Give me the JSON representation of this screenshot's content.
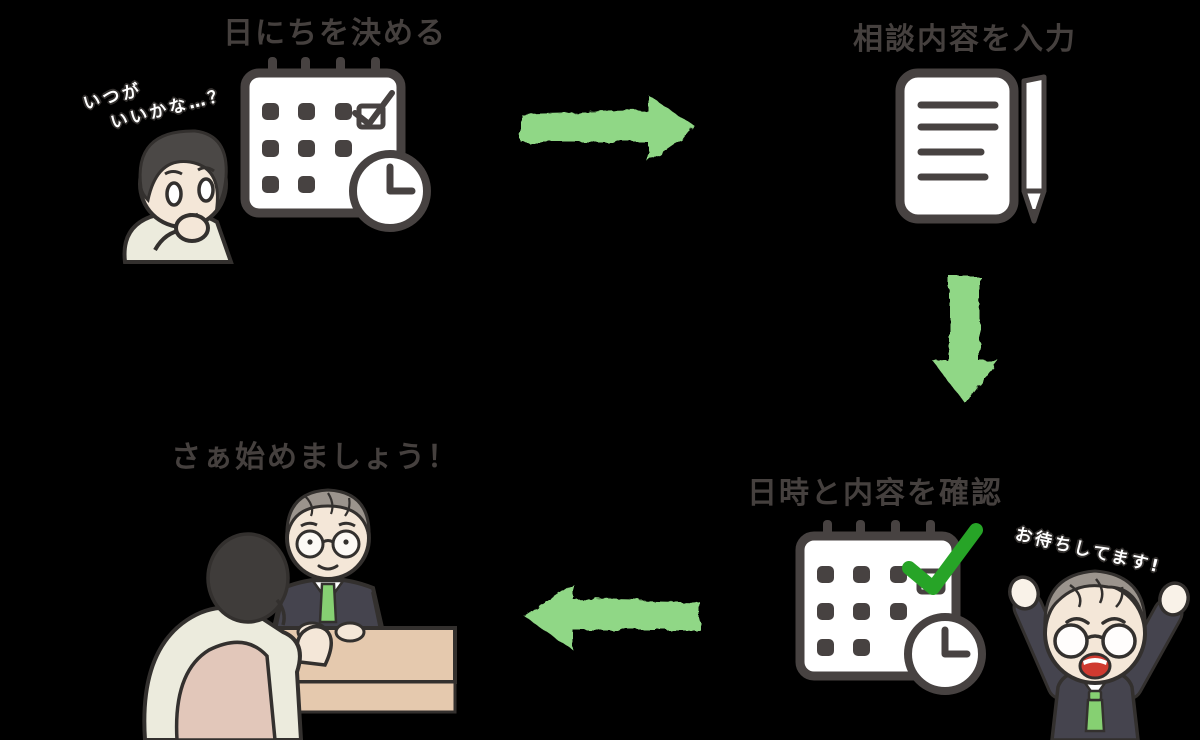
{
  "diagram": {
    "background": "#000000",
    "steps": [
      {
        "id": "step-1",
        "title": "日にちを決める",
        "speech_line1": "いつが",
        "speech_line2": "いいかな…？",
        "icon": "calendar-clock-icon",
        "character": "thinking-man"
      },
      {
        "id": "step-2",
        "title": "相談内容を入力",
        "icon": "notepad-pen-icon"
      },
      {
        "id": "step-3",
        "title": "日時と内容を確認",
        "speech": "お待ちしてます!",
        "icon": "calendar-check-clock-icon",
        "character": "cheering-man"
      },
      {
        "id": "step-4",
        "title": "さぁ始めましょう！",
        "icon": "consultation-scene"
      }
    ],
    "arrows": [
      {
        "id": "arrow-step1-step2",
        "direction": "right"
      },
      {
        "id": "arrow-step2-step3",
        "direction": "down"
      },
      {
        "id": "arrow-step3-step4",
        "direction": "left"
      }
    ],
    "colors": {
      "title_text": "#45403E",
      "outline_dark": "#474241",
      "arrow_green": "#90D786",
      "check_green": "#27A427",
      "tie_green": "#86D072",
      "skin": "#F4E7D8",
      "hair_gray": "#9B948D",
      "hair_dark": "#4B4846",
      "suit_dark": "#45444E",
      "desk_tan": "#E5C9AE",
      "shirt_light": "#ECEBDD",
      "chair_pink": "#E2C7BA",
      "mouth_red": "#CF3A30",
      "speech_text": "#FFFFFF"
    }
  }
}
